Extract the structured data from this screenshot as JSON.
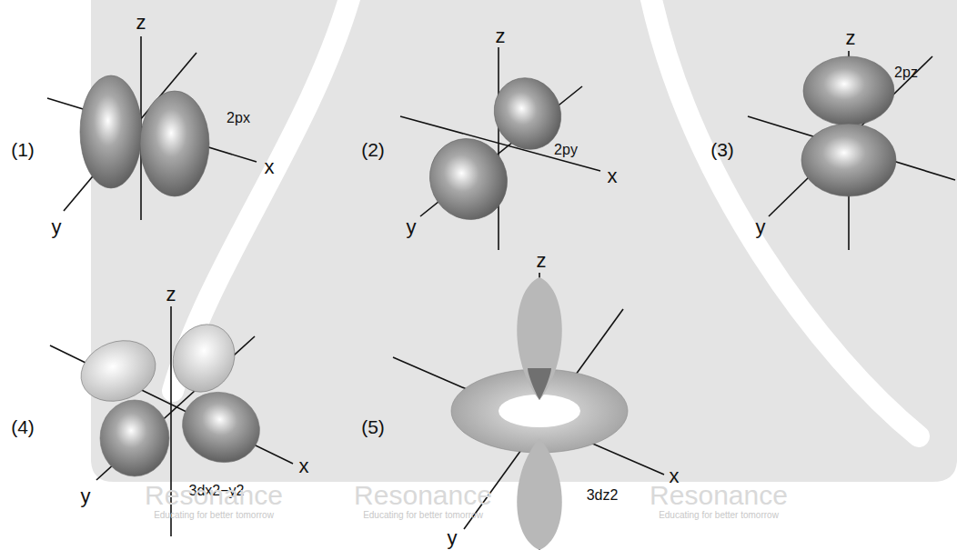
{
  "diagram": {
    "labels": [
      "(1)",
      "z",
      "x",
      "y",
      "2px",
      "(2)",
      "z",
      "x",
      "y",
      "2py",
      "(3)",
      "z",
      "y",
      "2pz",
      "(4)",
      "z",
      "x",
      "y",
      "3dx2−y2",
      "(5)",
      "z",
      "x",
      "y",
      "3dz2",
      "Resonance",
      "Resonance",
      "Resonance",
      "Educating for better tomorrow",
      "Educating for better tomorrow",
      "Educating for better tomorrow"
    ]
  }
}
